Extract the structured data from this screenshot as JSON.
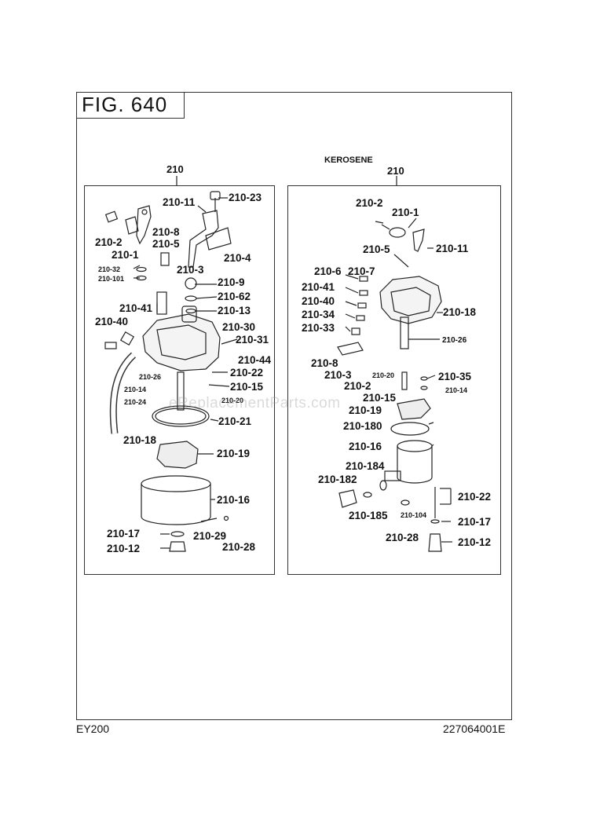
{
  "figure": {
    "title": "FIG. 640"
  },
  "footer": {
    "model": "EY200",
    "code": "227064001E"
  },
  "watermark": "eReplacementParts.com",
  "left_assembly": {
    "group_label": "210",
    "labels": [
      "210-23",
      "210-11",
      "210-8",
      "210-5",
      "210-2",
      "210-1",
      "210-32",
      "210-101",
      "210-4",
      "210-3",
      "210-9",
      "210-62",
      "210-13",
      "210-41",
      "210-40",
      "210-30",
      "210-31",
      "210-44",
      "210-22",
      "210-26",
      "210-15",
      "210-14",
      "210-24",
      "210-20",
      "210-21",
      "210-18",
      "210-19",
      "210-16",
      "210-17",
      "210-29",
      "210-12",
      "210-28"
    ]
  },
  "right_assembly": {
    "variant_label": "KEROSENE",
    "group_label": "210",
    "labels": [
      "210-2",
      "210-1",
      "210-5",
      "210-11",
      "210-6",
      "210-7",
      "210-41",
      "210-40",
      "210-34",
      "210-33",
      "210-18",
      "210-26",
      "210-8",
      "210-3",
      "210-20",
      "210-2",
      "210-35",
      "210-14",
      "210-15",
      "210-19",
      "210-180",
      "210-16",
      "210-184",
      "210-182",
      "210-22",
      "210-185",
      "210-104",
      "210-17",
      "210-28",
      "210-12"
    ]
  }
}
